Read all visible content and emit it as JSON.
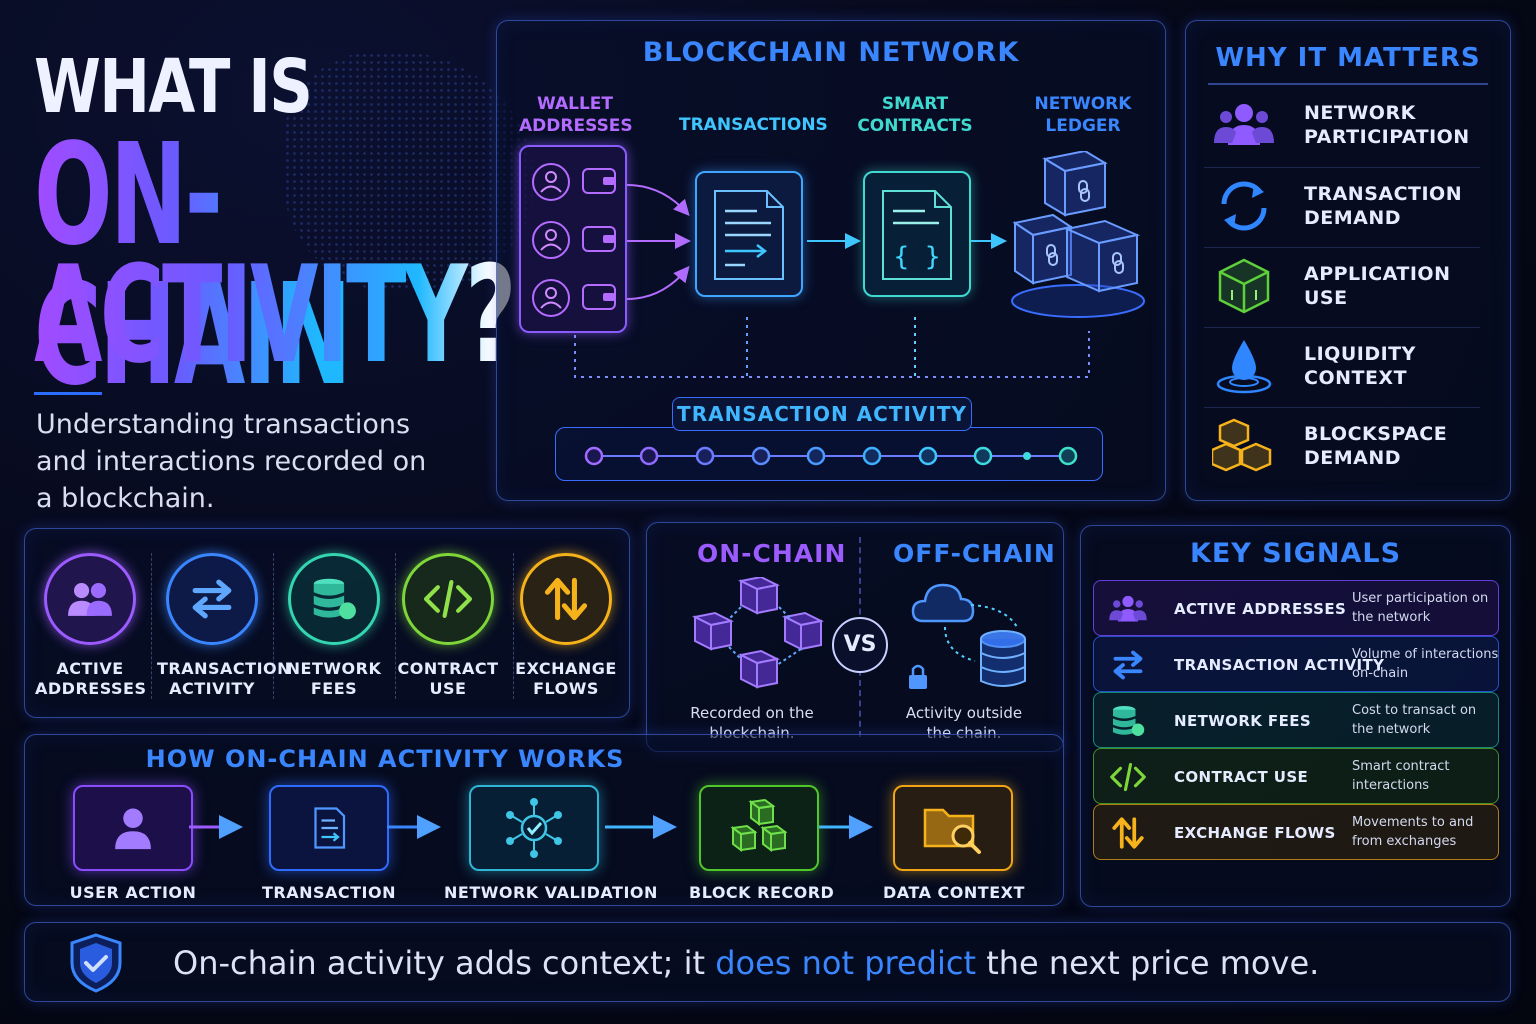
{
  "title": {
    "line1": "WHAT IS",
    "line2": "ON-CHAIN",
    "line3": "ACTIVITY?",
    "subtitle": "Understanding transactions and interactions recorded on a blockchain."
  },
  "network": {
    "title": "BLOCKCHAIN NETWORK",
    "columns": [
      {
        "label": "WALLET ADDRESSES",
        "color": "#b46bff"
      },
      {
        "label": "TRANSACTIONS",
        "color": "#3fc6ff"
      },
      {
        "label": "SMART CONTRACTS",
        "color": "#3fd9d0"
      },
      {
        "label": "NETWORK LEDGER",
        "color": "#3a86ff"
      }
    ],
    "activity_label": "TRANSACTION ACTIVITY"
  },
  "why": {
    "title": "WHY IT MATTERS",
    "items": [
      {
        "label": "NETWORK PARTICIPATION",
        "icon": "users-icon"
      },
      {
        "label": "TRANSACTION DEMAND",
        "icon": "refresh-icon"
      },
      {
        "label": "APPLICATION USE",
        "icon": "app-cube-icon"
      },
      {
        "label": "LIQUIDITY CONTEXT",
        "icon": "water-drop-icon"
      },
      {
        "label": "BLOCKSPACE DEMAND",
        "icon": "blocks-icon"
      }
    ]
  },
  "metrics": [
    {
      "label": "ACTIVE ADDRESSES",
      "icon": "users-icon",
      "color": "#9b5bff"
    },
    {
      "label": "TRANSACTION ACTIVITY",
      "icon": "swap-icon",
      "color": "#3a86ff"
    },
    {
      "label": "NETWORK FEES",
      "icon": "database-icon",
      "color": "#33d6b0"
    },
    {
      "label": "CONTRACT USE",
      "icon": "code-icon",
      "color": "#7fd63a"
    },
    {
      "label": "EXCHANGE FLOWS",
      "icon": "up-down-arrows-icon",
      "color": "#f5b21a"
    }
  ],
  "compare": {
    "on_chain": {
      "title": "ON-CHAIN",
      "caption": "Recorded on the blockchain."
    },
    "vs": "VS",
    "off_chain": {
      "title": "OFF-CHAIN",
      "caption": "Activity outside the chain."
    }
  },
  "signals": {
    "title": "KEY SIGNALS",
    "rows": [
      {
        "name": "ACTIVE ADDRESSES",
        "desc": "User participation on the network",
        "icon": "users-icon",
        "color": "#7a4bff"
      },
      {
        "name": "TRANSACTION ACTIVITY",
        "desc": "Volume of interactions on-chain",
        "icon": "swap-icon",
        "color": "#2f6bff"
      },
      {
        "name": "NETWORK FEES",
        "desc": "Cost to transact on the network",
        "icon": "database-icon",
        "color": "#20b89a"
      },
      {
        "name": "CONTRACT USE",
        "desc": "Smart contract interactions",
        "icon": "code-icon",
        "color": "#5fbf2a"
      },
      {
        "name": "EXCHANGE FLOWS",
        "desc": "Movements to and from exchanges",
        "icon": "up-down-arrows-icon",
        "color": "#e0a015"
      }
    ]
  },
  "how": {
    "title": "HOW ON-CHAIN ACTIVITY WORKS",
    "steps": [
      {
        "label": "USER ACTION",
        "icon": "user-icon",
        "color": "#8b4bff"
      },
      {
        "label": "TRANSACTION",
        "icon": "document-icon",
        "color": "#2f6bff"
      },
      {
        "label": "NETWORK VALIDATION",
        "icon": "network-check-icon",
        "color": "#2fb6d6"
      },
      {
        "label": "BLOCK RECORD",
        "icon": "blocks-icon",
        "color": "#4fc62a"
      },
      {
        "label": "DATA CONTEXT",
        "icon": "folder-search-icon",
        "color": "#f0a515"
      }
    ]
  },
  "footer": {
    "before": "On-chain activity adds context; it ",
    "highlight": "does not predict",
    "after": " the next price move.",
    "icon": "shield-check-icon"
  }
}
